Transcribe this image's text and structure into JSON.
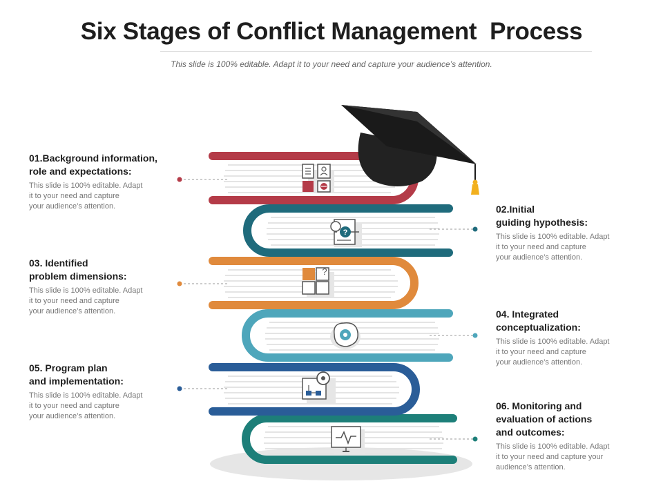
{
  "title": "Six Stages of Conflict Management  Process",
  "subtitle": "This slide is 100% editable. Adapt it to your need and capture your audience’s attention.",
  "colors": {
    "stage1": "#b43b48",
    "stage2": "#1f6b7c",
    "stage3": "#e08a3c",
    "stage4": "#4ea6bb",
    "stage5": "#2a5d98",
    "stage6": "#1d7f79",
    "cap": "#222222",
    "tassel": "#f2b01e"
  },
  "stages": [
    {
      "title_lines": [
        "01.Background information,",
        "role and expectations:"
      ],
      "desc_lines": [
        "This slide is 100% editable. Adapt",
        "it to your need and capture",
        "your audience’s attention."
      ],
      "icon": "profile-card-icon"
    },
    {
      "title_lines": [
        "02.Initial",
        "guiding hypothesis:"
      ],
      "desc_lines": [
        "This slide is 100% editable. Adapt",
        "it to your need and capture",
        "your audience’s attention."
      ],
      "icon": "idea-question-icon"
    },
    {
      "title_lines": [
        "03. Identified",
        "problem dimensions:"
      ],
      "desc_lines": [
        "This slide is 100% editable. Adapt",
        "it to your need and capture",
        "your audience’s attention."
      ],
      "icon": "puzzle-icon"
    },
    {
      "title_lines": [
        "04. Integrated",
        "conceptualization:"
      ],
      "desc_lines": [
        "This slide is 100% editable. Adapt",
        "it to your need and capture",
        "your audience’s attention."
      ],
      "icon": "brain-gear-icon"
    },
    {
      "title_lines": [
        "05. Program plan",
        "and implementation:"
      ],
      "desc_lines": [
        "This slide is 100% editable. Adapt",
        "it to your need and capture",
        "your audience’s attention."
      ],
      "icon": "gear-flowchart-icon"
    },
    {
      "title_lines": [
        "06. Monitoring and",
        "evaluation of actions",
        "and outcomes:"
      ],
      "desc_lines": [
        "This slide is 100% editable. Adapt",
        "it to your need and capture your",
        "audience’s attention."
      ],
      "icon": "monitor-pulse-icon"
    }
  ]
}
